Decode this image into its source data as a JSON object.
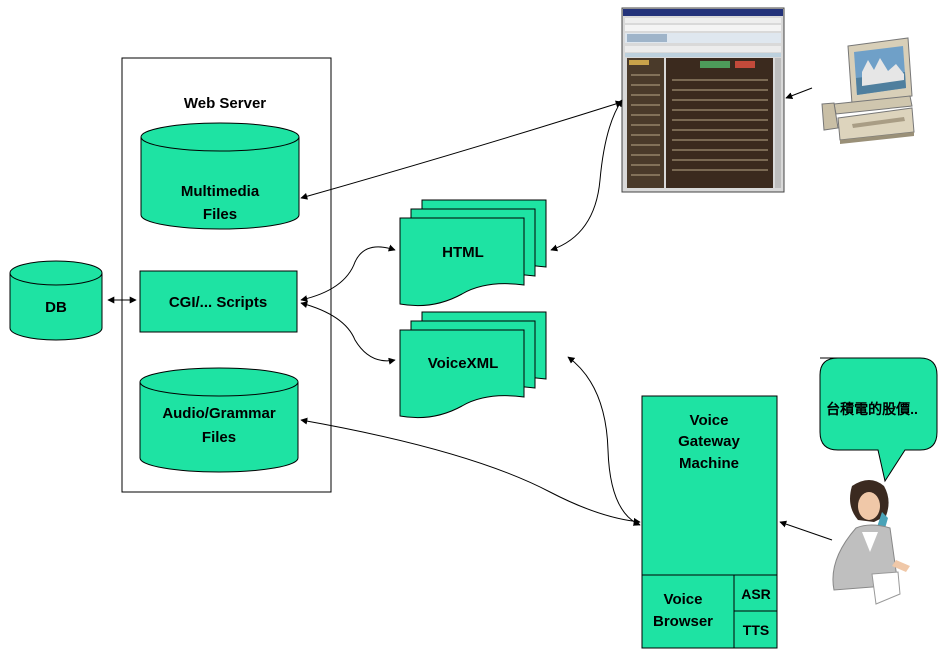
{
  "colors": {
    "node_fill": "#1ee3a3",
    "stroke": "#000000",
    "background": "#ffffff"
  },
  "web_server": {
    "title": "Web Server",
    "multimedia": [
      "Multimedia",
      "Files"
    ],
    "cgi": "CGI/... Scripts",
    "audio": [
      "Audio/Grammar",
      "Files"
    ]
  },
  "db": {
    "label": "DB"
  },
  "documents": {
    "html": "HTML",
    "voicexml": "VoiceXML"
  },
  "gateway": {
    "title": [
      "Voice",
      "Gateway",
      "Machine"
    ],
    "browser": [
      "Voice",
      "Browser"
    ],
    "asr": "ASR",
    "tts": "TTS"
  },
  "speech_bubble": {
    "text": "台積電的股價.."
  },
  "icons": {
    "browser_screenshot": "web-browser-window-icon",
    "computer": "desktop-computer-icon",
    "caller": "woman-on-phone-icon"
  }
}
